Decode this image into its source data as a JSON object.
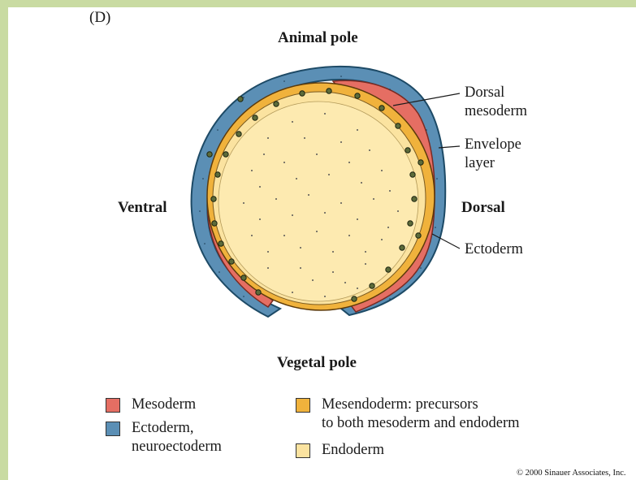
{
  "panel_label": "(D)",
  "labels": {
    "animal_pole": "Animal pole",
    "vegetal_pole": "Vegetal pole",
    "ventral": "Ventral",
    "dorsal": "Dorsal"
  },
  "callouts": {
    "dorsal_mesoderm": [
      "Dorsal",
      "mesoderm"
    ],
    "envelope_layer": [
      "Envelope",
      "layer"
    ],
    "ectoderm": [
      "Ectoderm"
    ]
  },
  "legend": [
    {
      "lines": [
        "Mesoderm"
      ],
      "color": "#e56e63"
    },
    {
      "lines": [
        "Ectoderm,",
        "neuroectoderm"
      ],
      "color": "#5b8fb5"
    },
    {
      "lines": [
        "Mesendoderm: precursors",
        "to both mesoderm and endoderm"
      ],
      "color": "#f0b23c"
    },
    {
      "lines": [
        "Endoderm"
      ],
      "color": "#fbe3a0"
    }
  ],
  "colors": {
    "frame": "#c9dba2",
    "ectoderm": "#5b8fb5",
    "mesoderm": "#e56e63",
    "mesendoderm": "#f0b23c",
    "endoderm": "#fbe3a0",
    "yolk": "#fdeab0"
  },
  "copyright": "© 2000 Sinauer Associates, Inc."
}
